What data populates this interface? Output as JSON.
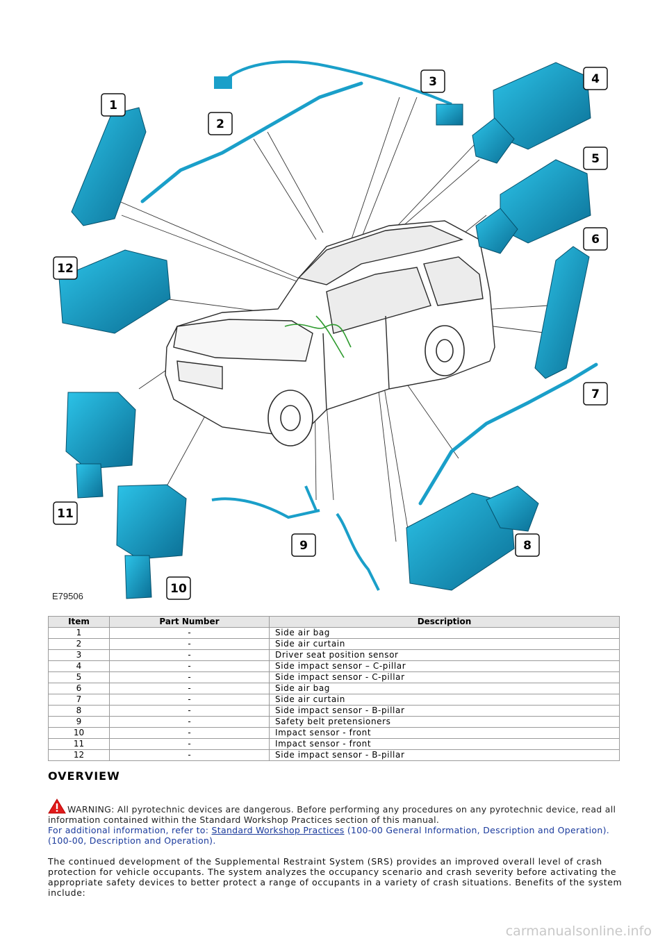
{
  "figure": {
    "code": "E79506",
    "callouts": [
      "1",
      "2",
      "3",
      "4",
      "5",
      "6",
      "7",
      "8",
      "9",
      "10",
      "11",
      "12"
    ]
  },
  "table": {
    "headers": [
      "Item",
      "Part Number",
      "Description"
    ],
    "rows": [
      [
        "1",
        "-",
        "Side air bag"
      ],
      [
        "2",
        "-",
        "Side air curtain"
      ],
      [
        "3",
        "-",
        "Driver seat position sensor"
      ],
      [
        "4",
        "-",
        "Side impact sensor – C-pillar"
      ],
      [
        "5",
        "-",
        "Side impact sensor - C-pillar"
      ],
      [
        "6",
        "-",
        "Side air bag"
      ],
      [
        "7",
        "-",
        "Side air curtain"
      ],
      [
        "8",
        "-",
        "Side impact sensor - B-pillar"
      ],
      [
        "9",
        "-",
        "Safety belt pretensioners"
      ],
      [
        "10",
        "-",
        "Impact sensor - front"
      ],
      [
        "11",
        "-",
        "Impact sensor - front"
      ],
      [
        "12",
        "-",
        "Side impact sensor - B-pillar"
      ]
    ]
  },
  "heading": "OVERVIEW",
  "warning": {
    "text": "WARNING: All pyrotechnic devices are dangerous. Before performing any procedures on any pyrotechnic device, read all information contained within the Standard Workshop Practices section of this manual.",
    "ref_prefix": "For additional information, refer to: ",
    "ref_link": "Standard Workshop Practices",
    "ref_suffix": " (100-00 General Information, Description and Operation). (100-00, Description and Operation)."
  },
  "paragraph": "The continued development of the Supplemental Restraint System (SRS) provides an improved overall level of crash protection for vehicle occupants. The system analyzes the occupancy scenario and crash severity before activating the appropriate safety devices to better protect a range of occupants in a variety of crash situations. Benefits of the system include:",
  "watermark": "carmanualsonline.info",
  "colors": {
    "part": "#1a9fc9",
    "part_dark": "#0d6f93",
    "link": "#1a3a9c"
  }
}
